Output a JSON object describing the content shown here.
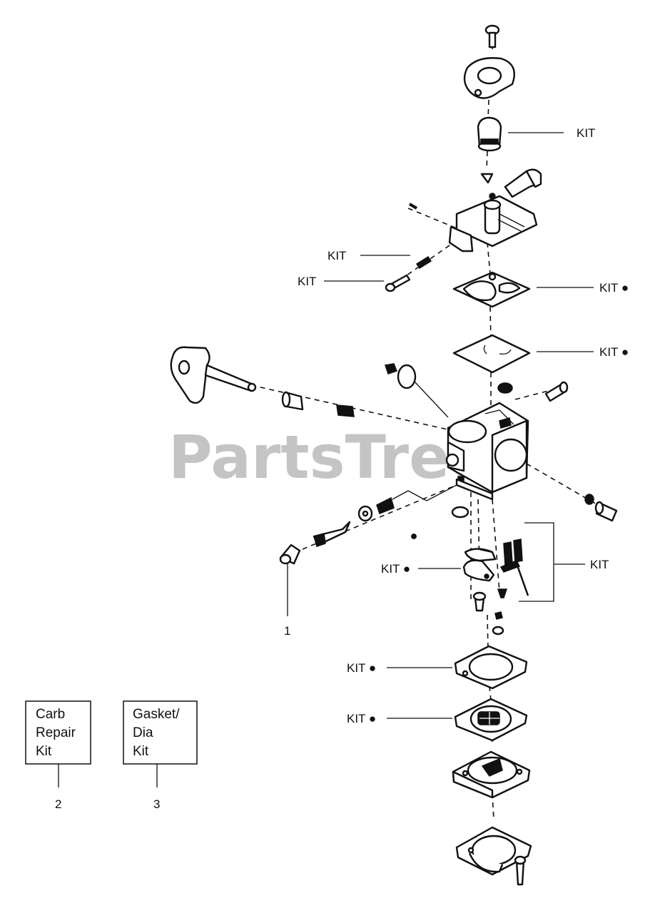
{
  "watermark": "PartsTree",
  "labels": {
    "kit": "KIT",
    "kit_dot": "KIT ●",
    "dot_kit": "KIT ●"
  },
  "callouts": [
    "1",
    "2",
    "3"
  ],
  "boxes": {
    "carb_repair": {
      "line1": "Carb",
      "line2": "Repair",
      "line3": "Kit"
    },
    "gasket_dia": {
      "line1": "Gasket/",
      "line2": "Dia",
      "line3": "Kit"
    }
  }
}
